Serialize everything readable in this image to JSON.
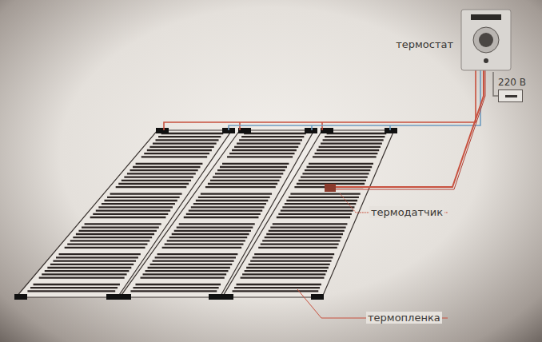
{
  "diagram": {
    "nodes": [
      {
        "text": [
          "термостат"
        ]
      },
      {
        "text": [
          "220 В"
        ]
      }
    ],
    "edges": [
      {
        "from": 0,
        "to": 1,
        "arrow": "none"
      }
    ],
    "labels": [
      "термодатчик",
      "термопленка"
    ]
  }
}
